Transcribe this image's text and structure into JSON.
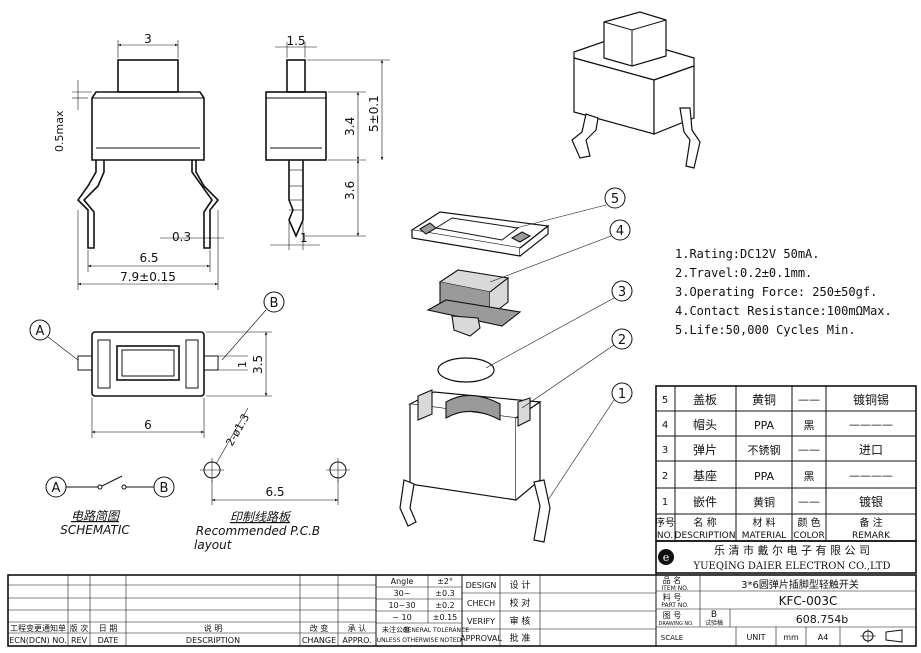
{
  "dimensions": {
    "top_width": "3",
    "pin_offset": "0.5max",
    "body_length": "6.5",
    "overall_length": "7.9±0.15",
    "pin_thickness": "0.3",
    "stem_width": "1.5",
    "side_height_upper": "3.4",
    "side_height_total": "5±0.1",
    "side_height_lower": "3.6",
    "pin_width": "1",
    "plan_width": "6",
    "plan_height": "3.5",
    "plan_pin": "1",
    "hole_diameter": "2-ø1.3",
    "hole_spacing": "6.5"
  },
  "callouts": {
    "a": "A",
    "b": "B",
    "part_5": "5",
    "part_4": "4",
    "part_3": "3",
    "part_2": "2",
    "part_1": "1"
  },
  "labels": {
    "schematic_cn": "电路简图",
    "schematic_en": "SCHEMATIC",
    "pcb_cn": "印制线路板",
    "pcb_en": "Recommended P.C.B",
    "pcb_en2": "layout"
  },
  "specs": [
    "1.Rating:DC12V 50mA.",
    "2.Travel:0.2±0.1mm.",
    "3.Operating Force: 250±50gf.",
    "4.Contact Resistance:100mΩMax.",
    "5.Life:50,000 Cycles Min."
  ],
  "bom": {
    "rows": [
      {
        "no": "5",
        "desc": "盖板",
        "material": "黄铜",
        "color": "——",
        "remark": "镀铜锡"
      },
      {
        "no": "4",
        "desc": "帽头",
        "material": "PPA",
        "color": "黑",
        "remark": "————"
      },
      {
        "no": "3",
        "desc": "弹片",
        "material": "不锈钢",
        "color": "——",
        "remark": "进口"
      },
      {
        "no": "2",
        "desc": "基座",
        "material": "PPA",
        "color": "黑",
        "remark": "————"
      },
      {
        "no": "1",
        "desc": "嵌件",
        "material": "黄铜",
        "color": "——",
        "remark": "镀银"
      }
    ],
    "header": {
      "no_cn": "序号",
      "no_en": "NO.",
      "desc_cn": "名    称",
      "desc_en": "DESCRIPTION",
      "mat_cn": "材  料",
      "mat_en": "MATERIAL",
      "color_cn": "颜 色",
      "color_en": "COLOR",
      "remark_cn": "备  注",
      "remark_en": "REMARK"
    }
  },
  "company": {
    "name_cn": "乐 清 市 戴 尔 电 子 有 限 公 司",
    "name_en": "YUEQING DAIER ELECTRON CO.,LTD"
  },
  "titleblock": {
    "item_name_label": "品  名",
    "item_name_en": "ITEM NO.",
    "item_name": "3*6圆弹片插脚型轻触开关",
    "part_no_label": "料  号",
    "part_no_en": "PART NO.",
    "part_no": "KFC-003C",
    "drawing_no_label": "图  号",
    "drawing_no_en": "DRAWING NO.",
    "version": "B",
    "version_label": "试验稿",
    "drawing_no": "608.754b",
    "scale_label": "SCALE",
    "unit_label": "UNIT",
    "unit": "mm",
    "size": "A4"
  },
  "tolerances": {
    "rows": [
      {
        "range": "Angle",
        "tol": "±2°"
      },
      {
        "range": "30~",
        "tol": "±0.3"
      },
      {
        "range": "10~30",
        "tol": "±0.2"
      },
      {
        "range": "~ 10",
        "tol": "±0.15"
      }
    ],
    "note_cn": "未注公差",
    "note_en": "GENERAL TOLERANCE",
    "note_en2": "UNLESS OTHERWISE NOTED"
  },
  "signoff": [
    {
      "en": "DESIGN",
      "cn": "设 计"
    },
    {
      "en": "CHECH",
      "cn": "校 对"
    },
    {
      "en": "VERIFY",
      "cn": "审 核"
    },
    {
      "en": "APPROVAL",
      "cn": "批 准"
    }
  ],
  "revision_header": {
    "ecn_cn": "工程变更通知单",
    "ecn_en": "ECN(DCN) NO.",
    "rev_cn": "版 次",
    "rev_en": "REV",
    "date_cn": "日 期",
    "date_en": "DATE",
    "desc_cn": "说 明",
    "desc_en": "DESCRIPTION",
    "change_cn": "改 变",
    "change_en": "CHANGE",
    "appro_cn": "承 认",
    "appro_en": "APPRO."
  }
}
